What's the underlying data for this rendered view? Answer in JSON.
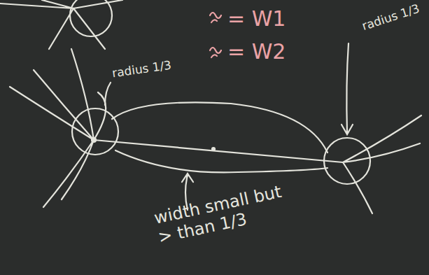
{
  "diagram": {
    "labels": [
      "= W1",
      "= W2",
      "radius 1/3",
      "radius 1/3",
      "width small but > than 1/3"
    ]
  }
}
